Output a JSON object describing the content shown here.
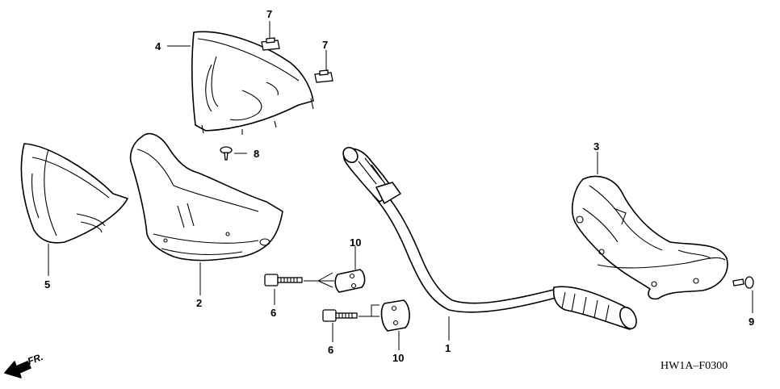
{
  "diagram": {
    "code": "HW1A–F0300",
    "direction_label": "FR.",
    "callouts": {
      "c1": "1",
      "c2": "2",
      "c3": "3",
      "c4": "4",
      "c5": "5",
      "c6a": "6",
      "c6b": "6",
      "c7a": "7",
      "c7b": "7",
      "c8": "8",
      "c9": "9",
      "c10a": "10",
      "c10b": "10"
    }
  }
}
